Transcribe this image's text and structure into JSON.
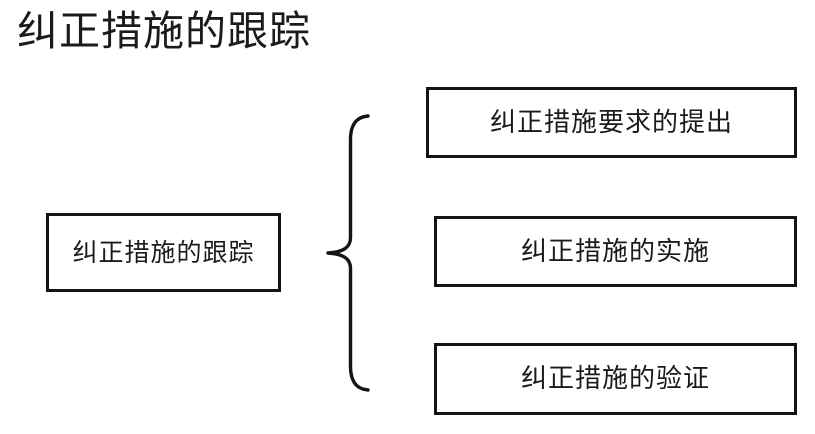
{
  "page": {
    "title": "纠正措施的跟踪",
    "background_color": "#ffffff",
    "text_color": "#1b1b1b",
    "border_color": "#141414"
  },
  "diagram": {
    "source": {
      "label": "纠正措施的跟踪"
    },
    "connector": {
      "icon": "curly-brace-right",
      "orientation": "opens-right"
    },
    "steps": [
      {
        "label": "纠正措施要求的提出"
      },
      {
        "label": "纠正措施的实施"
      },
      {
        "label": "纠正措施的验证"
      }
    ]
  }
}
